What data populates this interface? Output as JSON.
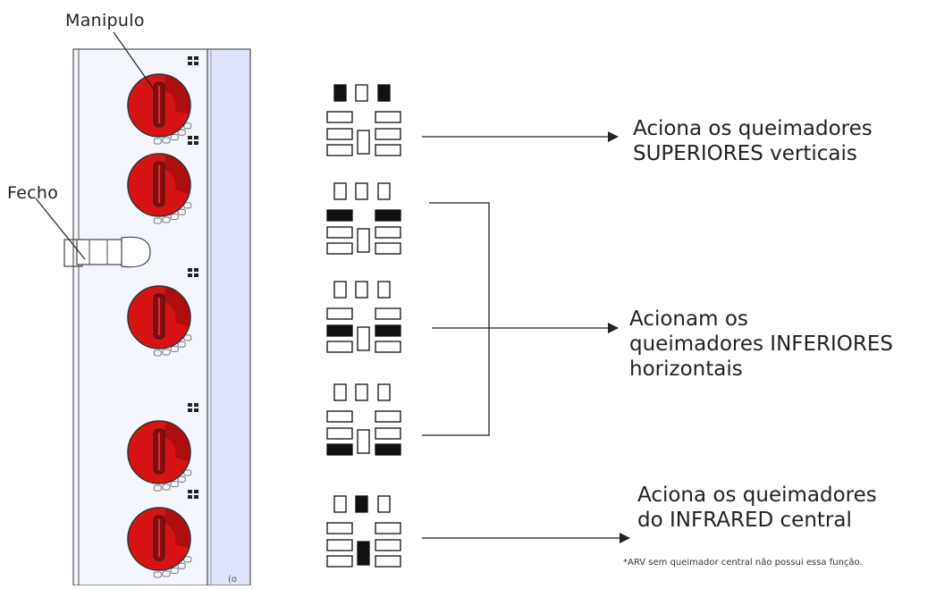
{
  "labels": {
    "manipulo": "Manipulo",
    "fecho": "Fecho"
  },
  "patterns": [
    {
      "top": [
        1,
        0,
        1
      ],
      "side_mid": [
        0,
        0
      ],
      "side_low": [
        0,
        0
      ],
      "side_bot": [
        0,
        0
      ],
      "center": 0
    },
    {
      "top": [
        0,
        0,
        0
      ],
      "side_mid": [
        1,
        1
      ],
      "side_low": [
        0,
        0
      ],
      "side_bot": [
        0,
        0
      ],
      "center": 0
    },
    {
      "top": [
        0,
        0,
        0
      ],
      "side_mid": [
        0,
        0
      ],
      "side_low": [
        1,
        1
      ],
      "side_bot": [
        0,
        0
      ],
      "center": 0
    },
    {
      "top": [
        0,
        0,
        0
      ],
      "side_mid": [
        0,
        0
      ],
      "side_low": [
        0,
        0
      ],
      "side_bot": [
        1,
        1
      ],
      "center": 0
    },
    {
      "top": [
        0,
        1,
        0
      ],
      "side_mid": [
        0,
        0
      ],
      "side_low": [
        0,
        0
      ],
      "side_bot": [
        0,
        0
      ],
      "center": 1
    }
  ],
  "descriptions": {
    "superiores": [
      "Aciona os queimadores",
      "SUPERIORES verticais"
    ],
    "inferiores": [
      "Acionam os",
      "queimadores INFERIORES",
      "horizontais"
    ],
    "infrared": [
      "Aciona os queimadores",
      "do INFRARED central"
    ]
  },
  "footnote": "*ARV sem queimador central não possui essa função.",
  "colors": {
    "knob": "#d61414",
    "knob_dark": "#8e0a0a",
    "panel": "#dfe3fb",
    "burner_on": "#111111",
    "line": "#222222"
  }
}
